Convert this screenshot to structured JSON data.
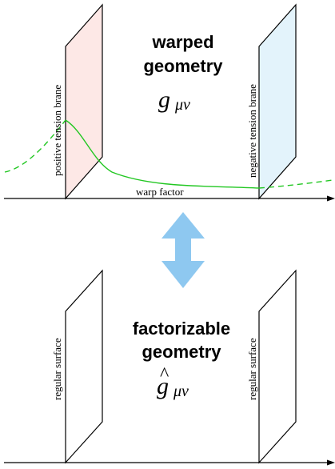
{
  "top_panel": {
    "title_line1": "warped",
    "title_line2": "geometry",
    "metric_symbol": "g",
    "metric_index": "μν",
    "left_brane_label": "positive tension brane",
    "right_brane_label": "negative tension brane",
    "curve_label": "warp factor",
    "left_brane_color": "#fde8e6",
    "right_brane_color": "#e3f3fb",
    "curve_color": "#22c722"
  },
  "transition_arrow": {
    "color": "#8ec8f0",
    "icon": "double-arrow-vertical-icon"
  },
  "bottom_panel": {
    "title_line1": "factorizable",
    "title_line2": "geometry",
    "metric_hat": "^",
    "metric_symbol": "g",
    "metric_index": "μν",
    "left_surface_label": "regular surface",
    "right_surface_label": "regular surface"
  }
}
